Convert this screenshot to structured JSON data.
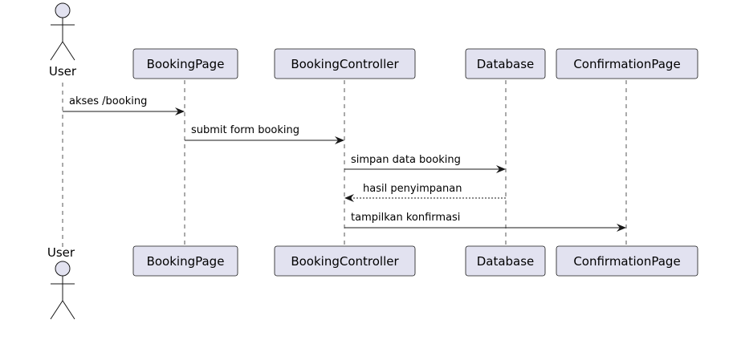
{
  "participants": [
    {
      "id": "user",
      "kind": "actor",
      "label": "User"
    },
    {
      "id": "bookingpage",
      "kind": "participant",
      "label": "BookingPage"
    },
    {
      "id": "bookingcontroller",
      "kind": "participant",
      "label": "BookingController"
    },
    {
      "id": "database",
      "kind": "participant",
      "label": "Database"
    },
    {
      "id": "confirmationpage",
      "kind": "participant",
      "label": "ConfirmationPage"
    }
  ],
  "messages": [
    {
      "from": "user",
      "to": "bookingpage",
      "label": "akses /booking",
      "style": "solid"
    },
    {
      "from": "bookingpage",
      "to": "bookingcontroller",
      "label": "submit form booking",
      "style": "solid"
    },
    {
      "from": "bookingcontroller",
      "to": "database",
      "label": "simpan data booking",
      "style": "solid"
    },
    {
      "from": "database",
      "to": "bookingcontroller",
      "label": "hasil penyimpanan",
      "style": "dashed"
    },
    {
      "from": "bookingcontroller",
      "to": "confirmationpage",
      "label": "tampilkan konfirmasi",
      "style": "solid"
    }
  ],
  "colors": {
    "participant_fill": "#e2e2f0",
    "border": "#181818",
    "lifeline": "#555555"
  }
}
